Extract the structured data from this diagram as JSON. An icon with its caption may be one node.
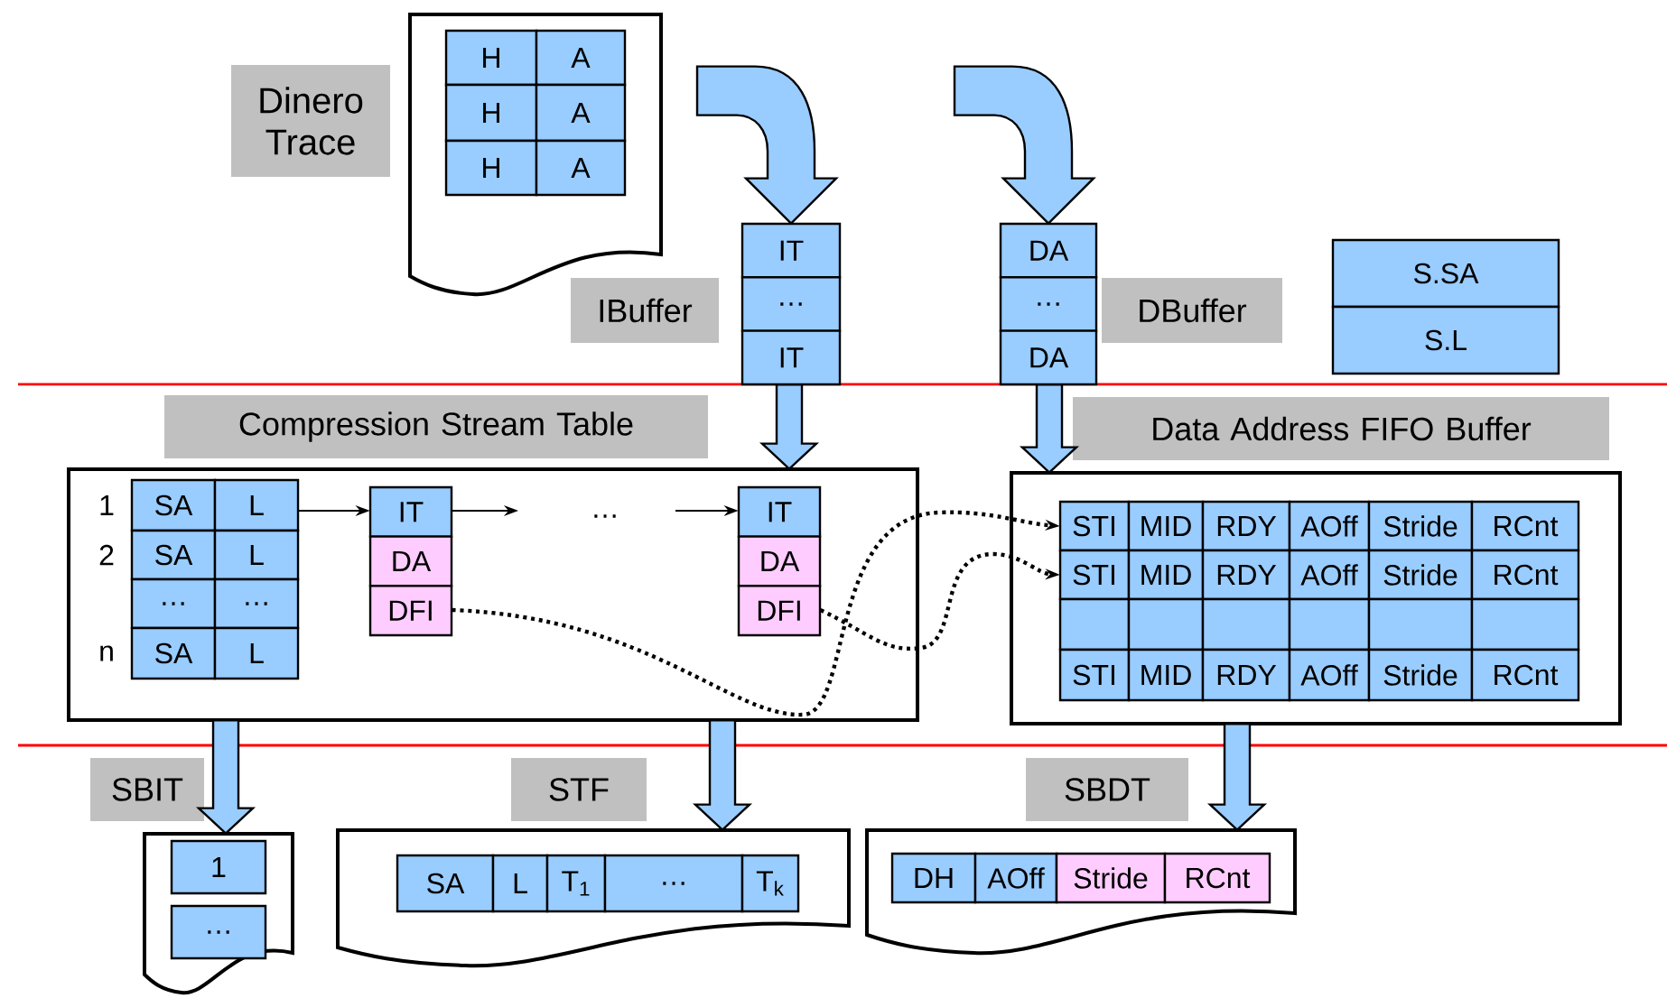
{
  "diagram": {
    "nodes": [
      {
        "text": [
          "Dinero Trace"
        ]
      },
      {
        "text": [],
        "shape": "document"
      },
      {
        "text": [
          "H",
          "A"
        ],
        "in": 1
      },
      {
        "text": [
          "H",
          "A"
        ],
        "in": 1
      },
      {
        "text": [
          "H",
          "A"
        ],
        "in": 1
      },
      {
        "text": [
          "IT",
          "…",
          "IT"
        ]
      },
      {
        "text": [
          "IBuffer"
        ]
      },
      {
        "text": [
          "DA",
          "…",
          "DA"
        ]
      },
      {
        "text": [
          "DBuffer"
        ]
      },
      {
        "text": [
          "S.SA",
          "S.L"
        ]
      },
      {
        "text": [
          "Compression Stream Table"
        ]
      },
      {
        "text": [],
        "shape": "box"
      },
      {
        "text": [
          "SA",
          "L"
        ],
        "in": 11,
        "beside": [
          "1"
        ]
      },
      {
        "text": [
          "SA",
          "L"
        ],
        "in": 11,
        "beside": [
          "2"
        ]
      },
      {
        "text": [
          "…",
          "…"
        ],
        "in": 11
      },
      {
        "text": [
          "SA",
          "L"
        ],
        "in": 11,
        "beside": [
          "n"
        ]
      },
      {
        "text": [
          "IT",
          "DA",
          "DFI"
        ],
        "in": 11
      },
      {
        "text": [
          "IT",
          "DA",
          "DFI"
        ],
        "in": 11
      },
      {
        "text": [
          "Data Address FIFO Buffer"
        ]
      },
      {
        "text": [],
        "shape": "box"
      },
      {
        "text": [
          "STI",
          "MID",
          "RDY",
          "AOff",
          "Stride",
          "RCnt"
        ],
        "in": 19
      },
      {
        "text": [
          "STI",
          "MID",
          "RDY",
          "AOff",
          "Stride",
          "RCnt"
        ],
        "in": 19
      },
      {
        "text": [],
        "shape": "box",
        "in": 19
      },
      {
        "text": [
          "STI",
          "MID",
          "RDY",
          "AOff",
          "Stride",
          "RCnt"
        ],
        "in": 19
      },
      {
        "text": [
          "SBIT"
        ]
      },
      {
        "text": [],
        "shape": "document"
      },
      {
        "text": [
          "1"
        ],
        "in": 25
      },
      {
        "text": [
          "…"
        ],
        "in": 25
      },
      {
        "text": [
          "STF"
        ]
      },
      {
        "text": [],
        "shape": "document"
      },
      {
        "text": [
          "SA",
          "L",
          "T$_{1}$",
          "…",
          "T$_{k}$"
        ],
        "in": 29
      },
      {
        "text": [
          "SBDT"
        ]
      },
      {
        "text": [],
        "shape": "document"
      },
      {
        "text": [
          "DH",
          "AOff",
          "Stride",
          "RCnt"
        ],
        "in": 32
      }
    ],
    "edges": [
      {
        "from": null,
        "to": 5,
        "arrow": "to"
      },
      {
        "from": null,
        "to": 7,
        "arrow": "to"
      },
      {
        "from": 5,
        "to": 11,
        "arrow": "to"
      },
      {
        "from": 7,
        "to": 19,
        "arrow": "to"
      },
      {
        "from": 11,
        "to": 25,
        "arrow": "to"
      },
      {
        "from": 11,
        "to": 29,
        "arrow": "to"
      },
      {
        "from": 19,
        "to": 32,
        "arrow": "to"
      },
      {
        "from": 12,
        "to": 16,
        "arrow": "to"
      },
      {
        "from": 16,
        "to": null,
        "arrow": "to"
      },
      {
        "from": null,
        "to": 17,
        "arrow": "to"
      },
      {
        "from": 16,
        "to": 20,
        "arrow": "to",
        "style": "dashed"
      },
      {
        "from": 17,
        "to": 21,
        "arrow": "to",
        "style": "dashed"
      }
    ],
    "labels": [
      "…"
    ]
  }
}
